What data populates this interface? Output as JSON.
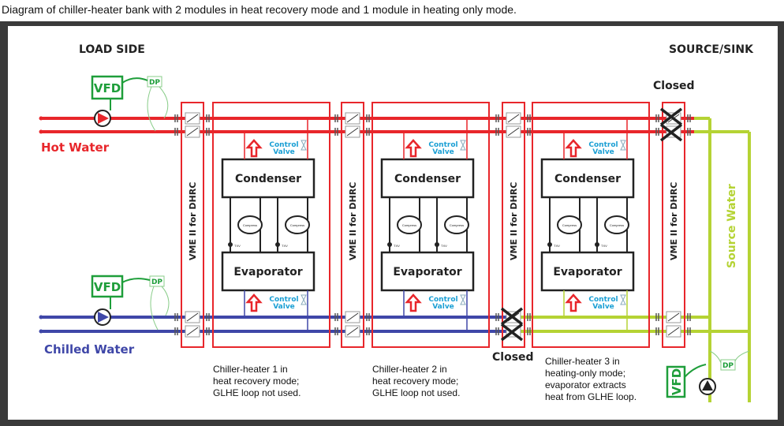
{
  "caption": "Diagram of chiller-heater bank with 2 modules in heat recovery mode and 1 module in heating only mode.",
  "labels": {
    "load_side": "LOAD SIDE",
    "source_sink": "SOURCE/SINK",
    "hot_water": "Hot Water",
    "chilled_water": "Chilled Water",
    "source_water": "Source Water",
    "closed_top": "Closed",
    "closed_bottom": "Closed",
    "vfd": "VFD",
    "dp": "DP",
    "vme": "VME II for DHRC",
    "condenser": "Condenser",
    "evaporator": "Evaporator",
    "control": "Control",
    "valve": "Valve",
    "compress": "Compress",
    "txv": "TXV"
  },
  "modules": [
    {
      "note": [
        "Chiller-heater 1 in",
        "heat recovery mode;",
        "GLHE loop not used."
      ]
    },
    {
      "note": [
        "Chiller-heater 2 in",
        "heat recovery mode;",
        "GLHE loop not used."
      ]
    },
    {
      "note": [
        "Chiller-heater 3 in",
        "heating-only mode;",
        "evaporator extracts",
        "heat from GLHE loop."
      ]
    }
  ],
  "colors": {
    "hot": "#e8262b",
    "chilled": "#3f47a8",
    "source": "#b5d334",
    "control": "#1a9fd4",
    "vfd": "#1e9e3a",
    "frame": "#3a3a3a"
  }
}
